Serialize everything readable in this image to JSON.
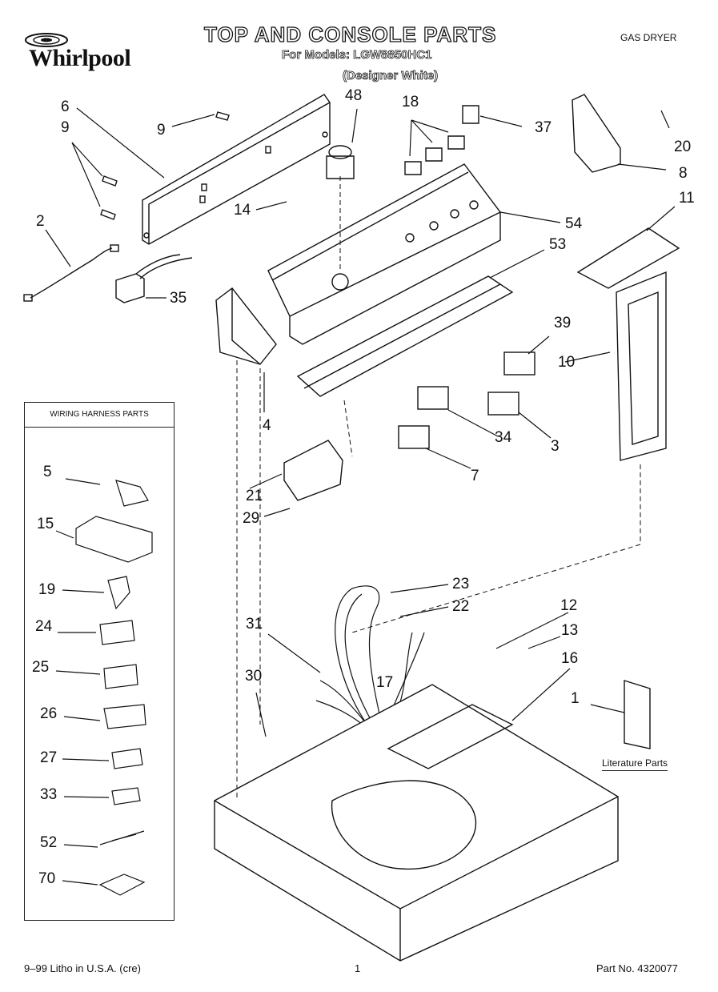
{
  "header": {
    "brand": "Whirlpool",
    "title": "TOP AND CONSOLE PARTS",
    "subtitle": "For Models: LGW8850HC1",
    "variant": "(Designer White)",
    "product_type": "GAS DRYER"
  },
  "callouts": {
    "c6": "6",
    "c9a": "9",
    "c9b": "9",
    "c48": "48",
    "c18": "18",
    "c37": "37",
    "c20": "20",
    "c8": "8",
    "c11": "11",
    "c2": "2",
    "c14": "14",
    "c54": "54",
    "c53": "53",
    "c35": "35",
    "c39": "39",
    "c10": "10",
    "c4": "4",
    "c34": "34",
    "c3": "3",
    "c7": "7",
    "c21": "21",
    "c29": "29",
    "c23": "23",
    "c22": "22",
    "c12": "12",
    "c13": "13",
    "c31": "31",
    "c16": "16",
    "c17": "17",
    "c30": "30",
    "c1": "1"
  },
  "wiring_harness": {
    "title": "WIRING HARNESS PARTS",
    "items": [
      "5",
      "15",
      "19",
      "24",
      "25",
      "26",
      "27",
      "33",
      "52",
      "70"
    ]
  },
  "literature_label": "Literature Parts",
  "footer": {
    "print_info": "9–99 Litho in U.S.A. (cre)",
    "page": "1",
    "part_number": "Part No. 4320077"
  }
}
